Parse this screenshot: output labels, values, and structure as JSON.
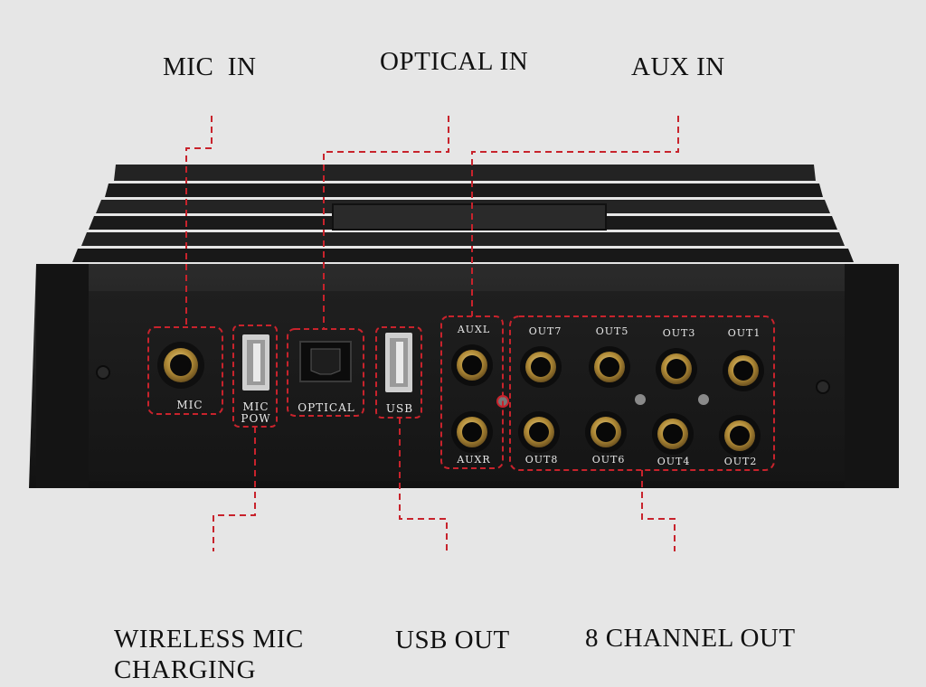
{
  "callouts": {
    "mic_in": "MIC  IN",
    "optical_in": "OPTICAL IN",
    "aux_in": "AUX IN",
    "wireless_mic_charging_line1": "WIRELESS MIC",
    "wireless_mic_charging_line2": "CHARGING",
    "usb_out": "USB OUT",
    "channel_out": "8 CHANNEL OUT"
  },
  "port_labels": {
    "mic": "MIC",
    "mic_pow_line1": "MIC",
    "mic_pow_line2": "POW",
    "optical": "OPTICAL",
    "usb": "USB",
    "auxl": "AUXL",
    "auxr": "AUXR",
    "out7": "OUT7",
    "out5": "OUT5",
    "out3": "OUT3",
    "out1": "OUT1",
    "out8": "OUT8",
    "out6": "OUT6",
    "out4": "OUT4",
    "out2": "OUT2"
  },
  "colors": {
    "background": "#e6e6e6",
    "device_body": "#1c1c1c",
    "callout_line": "#c8232c",
    "gold_jack": "#c8a24a"
  }
}
